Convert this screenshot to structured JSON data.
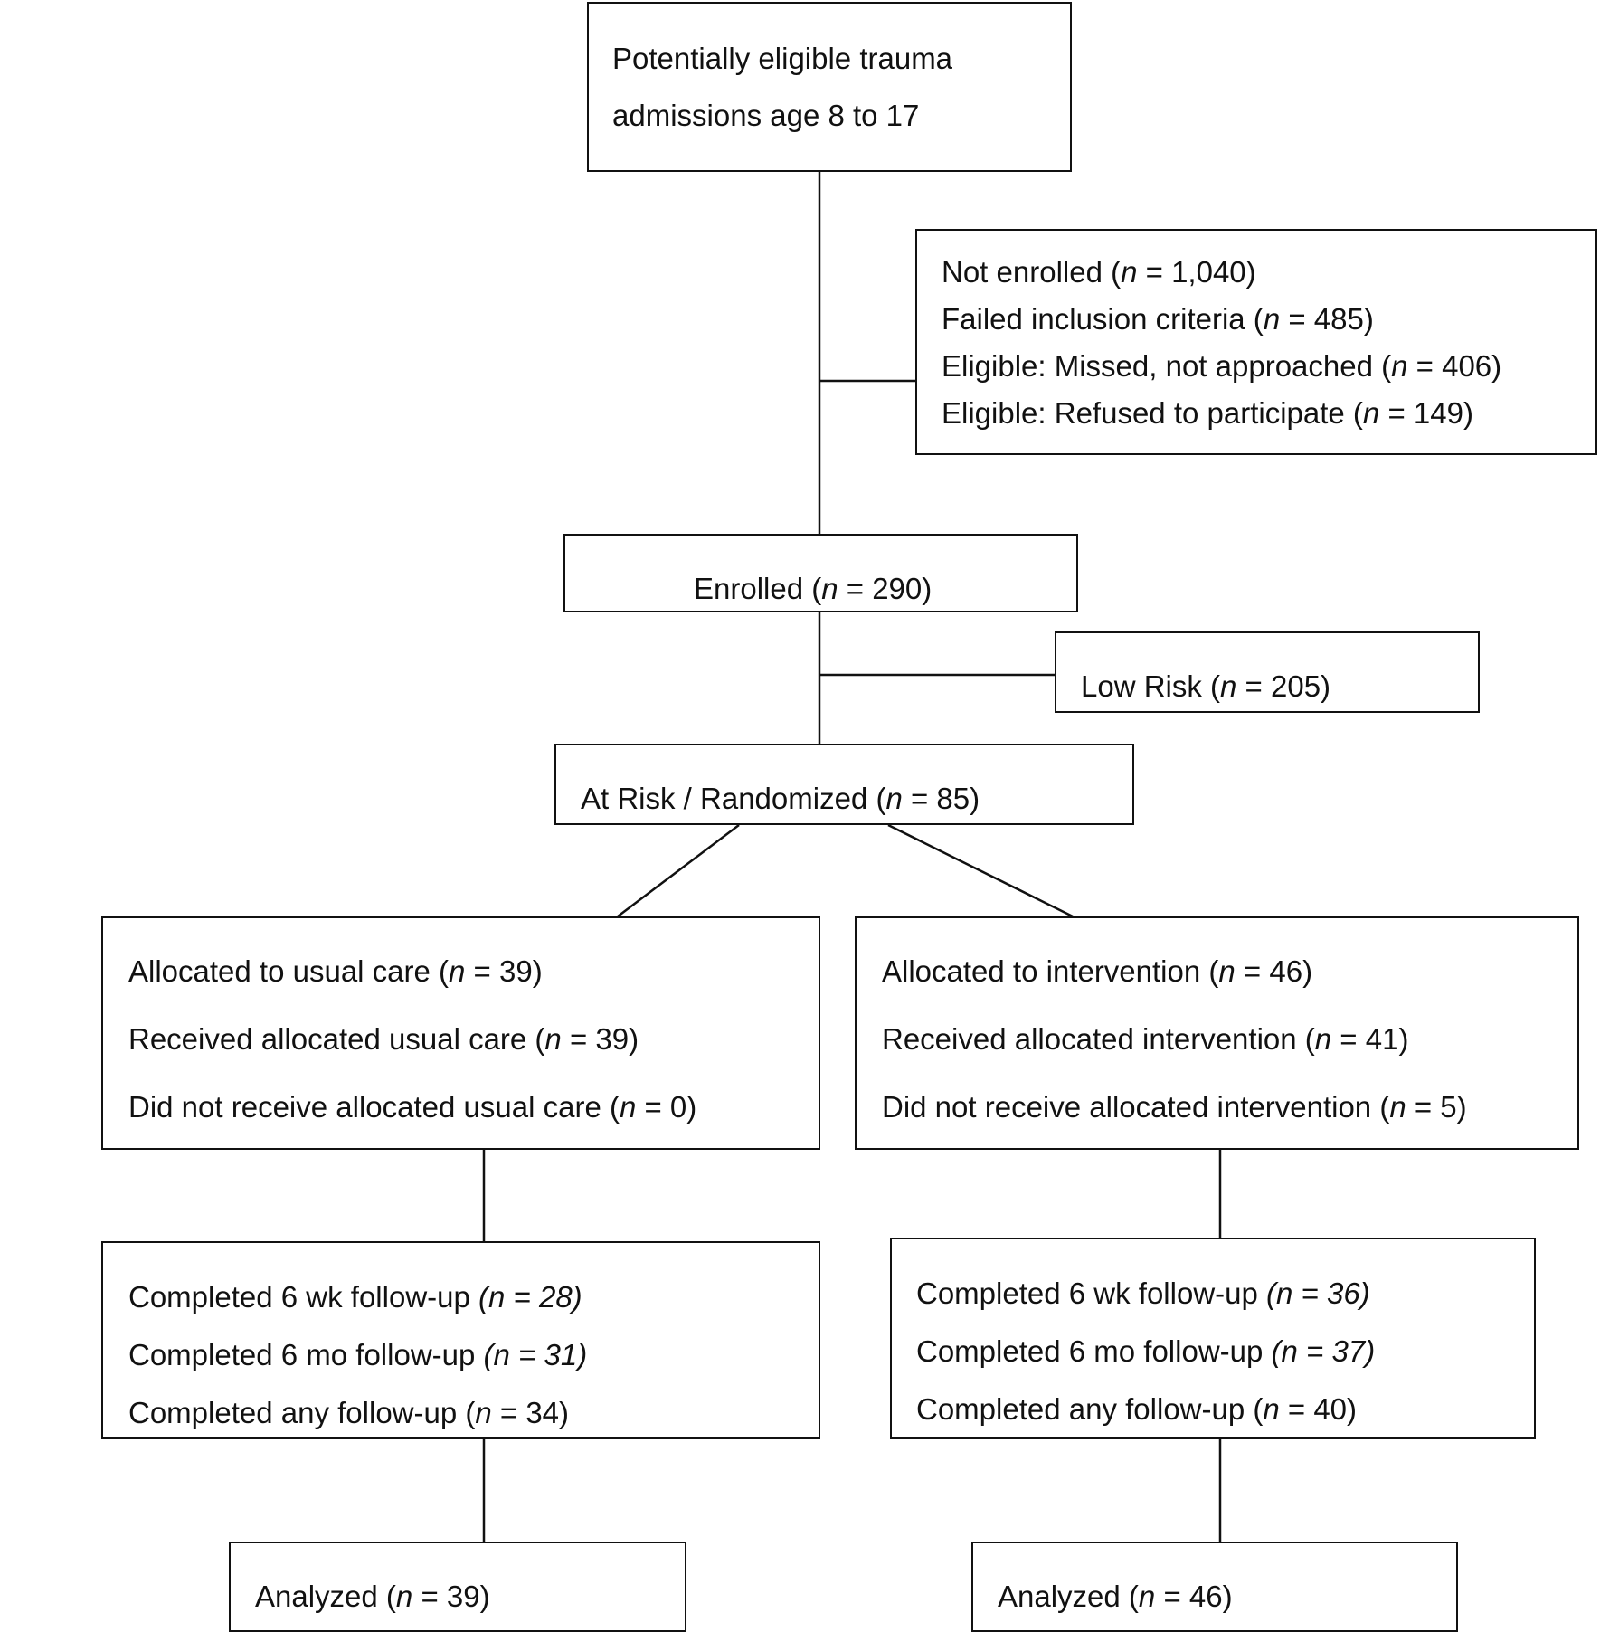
{
  "boxes": {
    "eligible": {
      "lines": [
        [
          {
            "t": "Potentially eligible trauma"
          }
        ],
        [
          {
            "t": "admissions age 8 to 17"
          }
        ]
      ]
    },
    "not_enrolled": {
      "lines": [
        [
          {
            "t": "Not enrolled ("
          },
          {
            "t": "n",
            "i": true
          },
          {
            "t": " = 1,040)"
          }
        ],
        [
          {
            "t": "Failed inclusion criteria ("
          },
          {
            "t": "n",
            "i": true
          },
          {
            "t": " = 485)"
          }
        ],
        [
          {
            "t": "Eligible: Missed, not approached ("
          },
          {
            "t": "n",
            "i": true
          },
          {
            "t": " = 406)"
          }
        ],
        [
          {
            "t": "Eligible: Refused to participate ("
          },
          {
            "t": "n",
            "i": true
          },
          {
            "t": " = 149)"
          }
        ]
      ]
    },
    "enrolled": {
      "lines": [
        [
          {
            "t": "Enrolled ("
          },
          {
            "t": "n",
            "i": true
          },
          {
            "t": " = 290)"
          }
        ]
      ]
    },
    "low_risk": {
      "lines": [
        [
          {
            "t": "Low Risk ("
          },
          {
            "t": "n",
            "i": true
          },
          {
            "t": " = 205)"
          }
        ]
      ]
    },
    "randomized": {
      "lines": [
        [
          {
            "t": "At Risk / Randomized ("
          },
          {
            "t": "n",
            "i": true
          },
          {
            "t": " = 85)"
          }
        ]
      ]
    },
    "usual_care": {
      "lines": [
        [
          {
            "t": "Allocated to usual care ("
          },
          {
            "t": "n",
            "i": true
          },
          {
            "t": " = 39)"
          }
        ],
        [
          {
            "t": "Received allocated usual care ("
          },
          {
            "t": "n",
            "i": true
          },
          {
            "t": " = 39)"
          }
        ],
        [
          {
            "t": "Did not receive allocated usual care ("
          },
          {
            "t": "n",
            "i": true
          },
          {
            "t": " = 0)"
          }
        ]
      ]
    },
    "intervention": {
      "lines": [
        [
          {
            "t": "Allocated to intervention ("
          },
          {
            "t": "n",
            "i": true
          },
          {
            "t": " = 46)"
          }
        ],
        [
          {
            "t": "Received allocated intervention ("
          },
          {
            "t": "n",
            "i": true
          },
          {
            "t": " = 41)"
          }
        ],
        [
          {
            "t": "Did not receive allocated intervention ("
          },
          {
            "t": "n",
            "i": true
          },
          {
            "t": " = 5)"
          }
        ]
      ]
    },
    "followup_usual": {
      "lines": [
        [
          {
            "t": "Completed 6 wk follow-up  "
          },
          {
            "t": "(n = 28)",
            "i": true
          }
        ],
        [
          {
            "t": "Completed 6 mo follow-up  "
          },
          {
            "t": "(n = 31)",
            "i": true
          }
        ],
        [
          {
            "t": "Completed any follow-up ("
          },
          {
            "t": "n",
            "i": true
          },
          {
            "t": " = 34)"
          }
        ]
      ]
    },
    "followup_intervention": {
      "lines": [
        [
          {
            "t": "Completed 6 wk follow-up  "
          },
          {
            "t": "(n = 36)",
            "i": true
          }
        ],
        [
          {
            "t": "Completed 6 mo follow-up  "
          },
          {
            "t": "(n = 37)",
            "i": true
          }
        ],
        [
          {
            "t": "Completed any follow-up ("
          },
          {
            "t": "n",
            "i": true
          },
          {
            "t": " = 40)"
          }
        ]
      ]
    },
    "analyzed_usual": {
      "lines": [
        [
          {
            "t": "Analyzed ("
          },
          {
            "t": "n",
            "i": true
          },
          {
            "t": " = 39)"
          }
        ]
      ]
    },
    "analyzed_intervention": {
      "lines": [
        [
          {
            "t": "Analyzed ("
          },
          {
            "t": "n",
            "i": true
          },
          {
            "t": " = 46)"
          }
        ]
      ]
    }
  }
}
